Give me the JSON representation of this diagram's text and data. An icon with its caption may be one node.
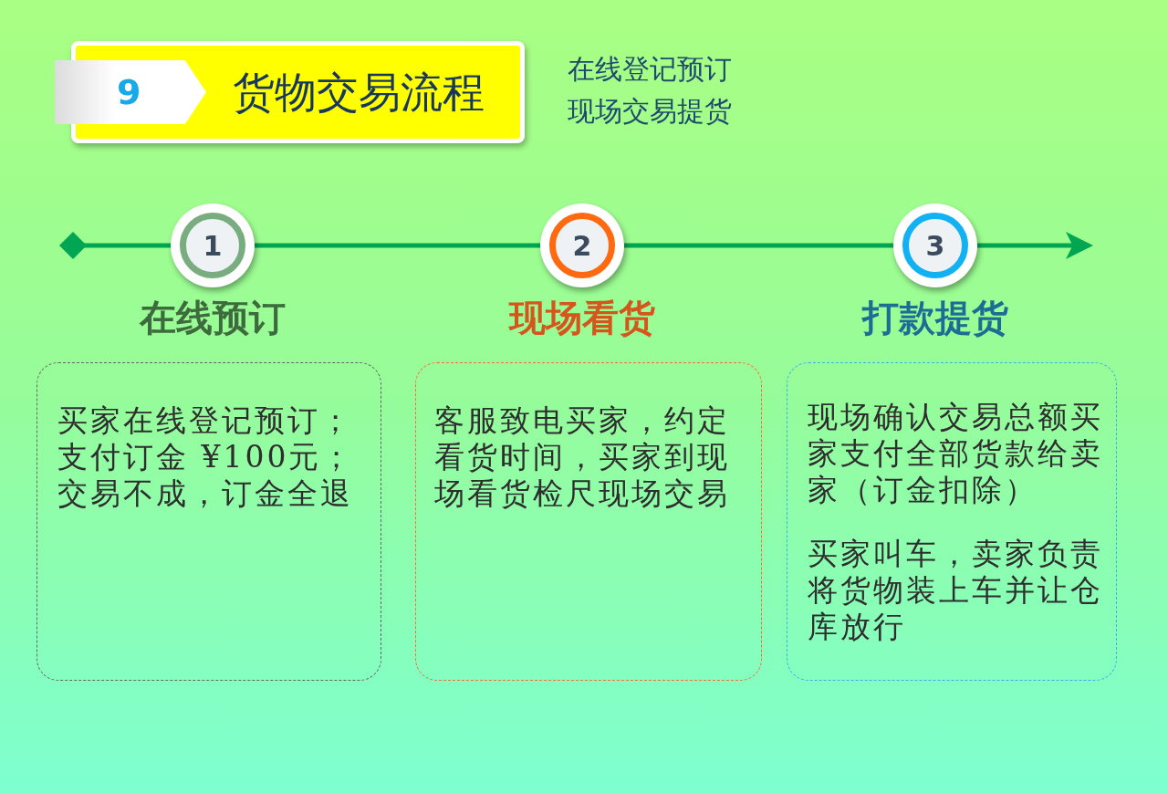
{
  "diagram": {
    "title": "货物交易流程",
    "nodes": [
      {
        "text": [
          "1"
        ],
        "beside": [
          "在线预订"
        ]
      },
      {
        "text": [
          "2"
        ],
        "beside": [
          "现场看货"
        ]
      },
      {
        "text": [
          "3"
        ],
        "beside": [
          "打款提货"
        ]
      },
      {
        "text": [
          "买家在线登记预订；支付订金 ¥100元；交易不成，订金全退"
        ]
      },
      {
        "text": [
          "客服致电买家，约定看货时间，买家到现场看货检尺现场交易"
        ]
      },
      {
        "text": [
          "现场确认交易总额买家支付全部货款给卖家（订金扣除）",
          "买家叫车，卖家负责将货物装上车并让仓库放行"
        ]
      }
    ],
    "edges": [
      {
        "from": null,
        "to": 0,
        "arrow": "other"
      },
      {
        "from": 0,
        "to": 1,
        "arrow": "none"
      },
      {
        "from": 1,
        "to": 2,
        "arrow": "none"
      },
      {
        "from": 2,
        "to": null,
        "arrow": "to"
      }
    ],
    "labels": [
      "9",
      "在线登记预订",
      "现场交易提货"
    ]
  }
}
